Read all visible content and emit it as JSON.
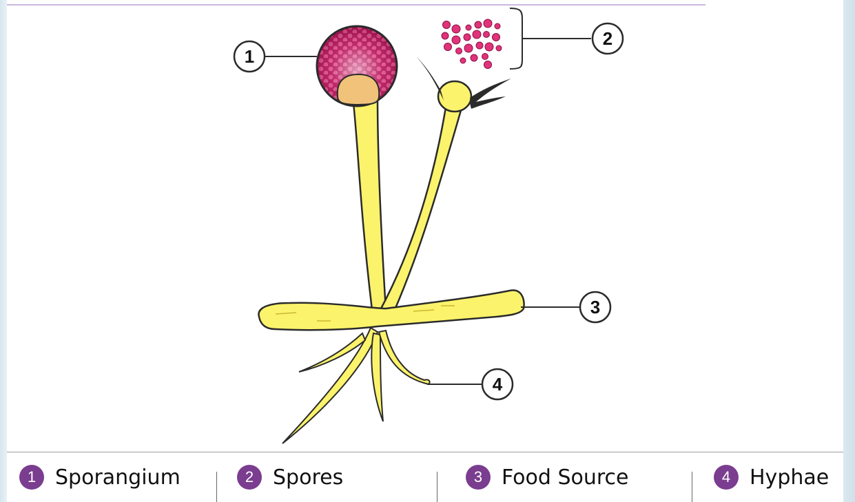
{
  "callouts": [
    {
      "number": "1"
    },
    {
      "number": "2"
    },
    {
      "number": "3"
    },
    {
      "number": "4"
    }
  ],
  "legend": [
    {
      "number": "1",
      "label": "Sporangium"
    },
    {
      "number": "2",
      "label": "Spores"
    },
    {
      "number": "3",
      "label": "Food Source"
    },
    {
      "number": "4",
      "label": "Hyphae"
    }
  ],
  "colors": {
    "sporangium": "#c2185b",
    "columella": "#f0c27a",
    "stalk": "#fbf36b",
    "outline": "#2b2b2b",
    "badge": "#7a3d8f",
    "frame": "#dbe9f0"
  }
}
